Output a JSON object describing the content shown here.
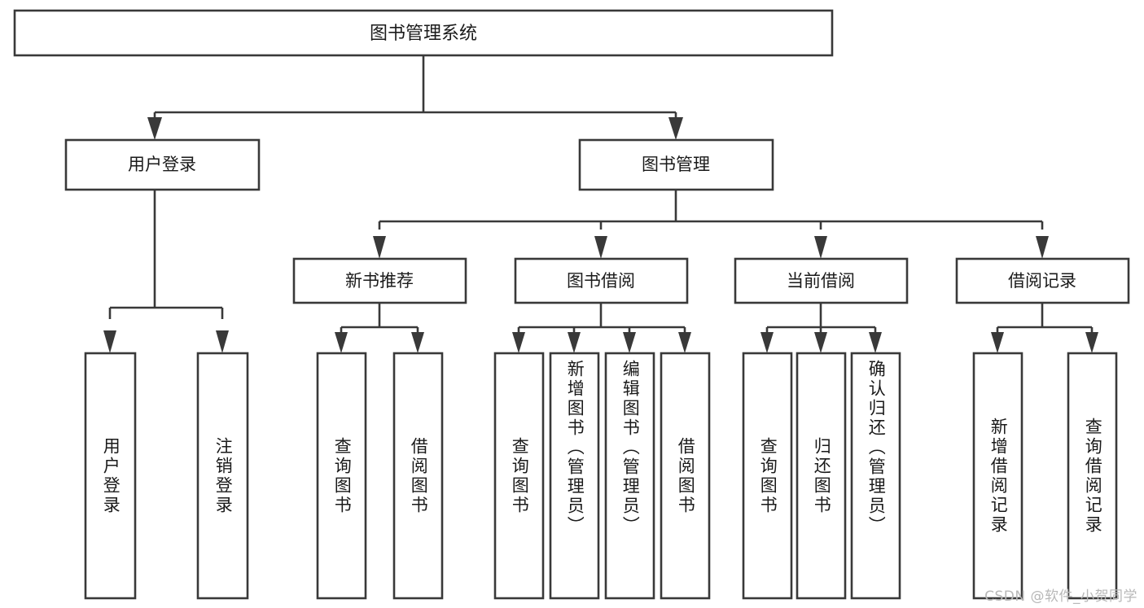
{
  "diagram": {
    "type": "hierarchy-tree",
    "title_node": {
      "label": "图书管理系统"
    },
    "level2": [
      {
        "id": "user-login",
        "label": "用户登录"
      },
      {
        "id": "book-management",
        "label": "图书管理"
      }
    ],
    "level3": [
      {
        "id": "new-book-recommend",
        "label": "新书推荐",
        "parent": "book-management"
      },
      {
        "id": "book-borrow",
        "label": "图书借阅",
        "parent": "book-management"
      },
      {
        "id": "current-borrow",
        "label": "当前借阅",
        "parent": "book-management"
      },
      {
        "id": "borrow-record",
        "label": "借阅记录",
        "parent": "book-management"
      }
    ],
    "leaves": [
      {
        "id": "leaf-user-login",
        "label": "用户登录",
        "parent": "user-login"
      },
      {
        "id": "leaf-logout-login",
        "label": "注销登录",
        "parent": "user-login"
      },
      {
        "id": "leaf-query-book-1",
        "label": "查询图书",
        "parent": "new-book-recommend"
      },
      {
        "id": "leaf-borrow-book-1",
        "label": "借阅图书",
        "parent": "new-book-recommend"
      },
      {
        "id": "leaf-query-book-2",
        "label": "查询图书",
        "parent": "book-borrow"
      },
      {
        "id": "leaf-add-book",
        "label": "新增图书（管理员）",
        "parent": "book-borrow"
      },
      {
        "id": "leaf-edit-book",
        "label": "编辑图书（管理员）",
        "parent": "book-borrow"
      },
      {
        "id": "leaf-borrow-book-2",
        "label": "借阅图书",
        "parent": "book-borrow"
      },
      {
        "id": "leaf-query-book-3",
        "label": "查询图书",
        "parent": "current-borrow"
      },
      {
        "id": "leaf-return-book",
        "label": "归还图书",
        "parent": "current-borrow"
      },
      {
        "id": "leaf-confirm-return",
        "label": "确认归还（管理员）",
        "parent": "current-borrow"
      },
      {
        "id": "leaf-add-record",
        "label": "新增借阅记录",
        "parent": "borrow-record"
      },
      {
        "id": "leaf-query-record",
        "label": "查询借阅记录",
        "parent": "borrow-record"
      }
    ],
    "colors": {
      "stroke": "#393939",
      "fill": "#ffffff",
      "text": "#1a1a1a",
      "watermark": "#b8b8b8"
    }
  },
  "watermark": {
    "text": "CSDN @软件_小贺同学"
  }
}
